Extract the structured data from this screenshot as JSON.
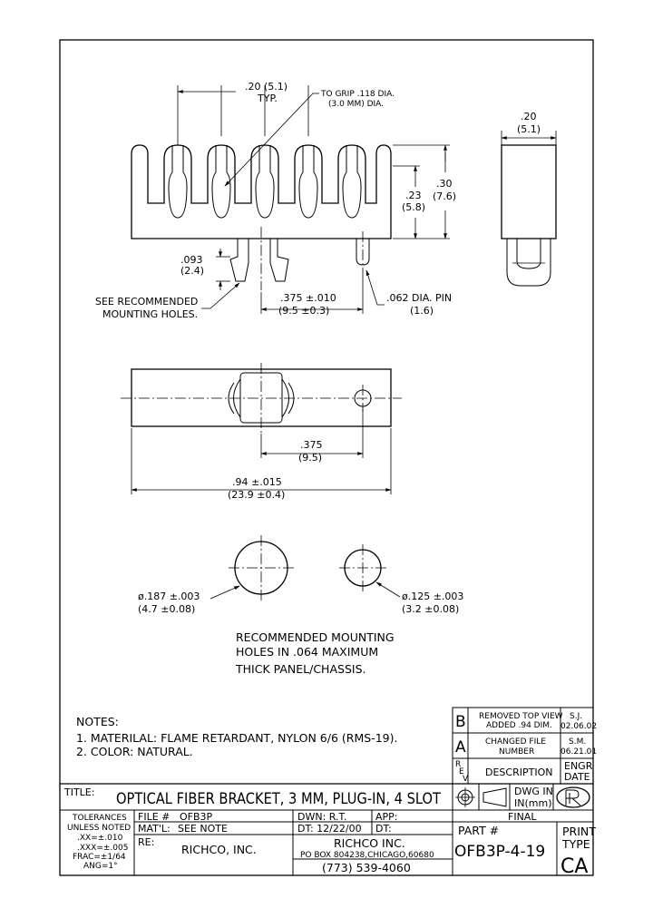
{
  "drawing": {
    "front_view": {
      "pitch_dim": ".20 (5.1)",
      "pitch_typ": "TYP.",
      "grip_note_1": "TO GRIP .118 DIA.",
      "grip_note_2": "(3.0 MM) DIA.",
      "height_dim_1": ".30",
      "height_dim_2": "(7.6)",
      "body_dim_1": ".23",
      "body_dim_2": "(5.8)",
      "clip_dim_1": ".093",
      "clip_dim_2": "(2.4)",
      "mount_note_1": "SEE RECOMMENDED",
      "mount_note_2": "MOUNTING HOLES.",
      "spacing_dim_1": ".375 ±.010",
      "spacing_dim_2": "(9.5 ±0.3)",
      "pin_dim_1": ".062 DIA. PIN",
      "pin_dim_2": "(1.6)"
    },
    "side_view": {
      "width_dim_1": ".20",
      "width_dim_2": "(5.1)"
    },
    "top_view": {
      "spacing_dim_1": ".375",
      "spacing_dim_2": "(9.5)",
      "length_dim_1": ".94 ±.015",
      "length_dim_2": "(23.9 ±0.4)"
    },
    "holes": {
      "large_dim_1": "ø.187 ±.003",
      "large_dim_2": "(4.7 ±0.08)",
      "small_dim_1": "ø.125 ±.003",
      "small_dim_2": "(3.2 ±0.08)",
      "caption_1": "RECOMMENDED MOUNTING",
      "caption_2": "HOLES IN .064 MAXIMUM",
      "caption_3": "THICK PANEL/CHASSIS."
    }
  },
  "notes": {
    "heading": "NOTES:",
    "items": [
      "1. MATERILAL: FLAME RETARDANT, NYLON 6/6 (RMS-19).",
      "2. COLOR: NATURAL."
    ]
  },
  "revisions": {
    "rows": [
      {
        "rev": "B",
        "desc_1": "REMOVED TOP VIEW",
        "desc_2": "ADDED .94 DIM.",
        "engr": "S.J.",
        "date": "02.06.02"
      },
      {
        "rev": "A",
        "desc_1": "CHANGED FILE",
        "desc_2": "NUMBER",
        "engr": "S.M.",
        "date": "06.21.01"
      }
    ],
    "header": {
      "rev_1": "R",
      "rev_2": "E",
      "rev_3": "V",
      "desc": "DESCRIPTION",
      "engr": "ENGR",
      "date": "DATE"
    }
  },
  "title_block": {
    "title_label": "TITLE:",
    "title": "OPTICAL FIBER BRACKET, 3 MM, PLUG-IN, 4 SLOT",
    "dwg_in_1": "DWG IN",
    "dwg_in_2": "IN(mm)",
    "tolerances": [
      "TOLERANCES",
      "UNLESS NOTED",
      ".XX=±.010",
      ".XXX=±.005",
      "FRAC=±1/64",
      "ANG=1°"
    ],
    "file_label": "FILE #",
    "file_value": "OFB3P",
    "matl_label": "MAT'L:",
    "matl_value": "SEE NOTE",
    "re_label": "RE:",
    "re_value": "RICHCO, INC.",
    "dwn": "DWN: R.T.",
    "app": "APP:",
    "dt1": "DT: 12/22/00",
    "dt2": "DT:",
    "status": "FINAL",
    "company": "RICHCO INC.",
    "address": "PO BOX 804238,CHICAGO,60680",
    "phone": "(773) 539-4060",
    "part_label": "PART #",
    "part_value": "OFB3P-4-19",
    "print_label_1": "PRINT",
    "print_label_2": "TYPE",
    "print_value": "CA"
  }
}
